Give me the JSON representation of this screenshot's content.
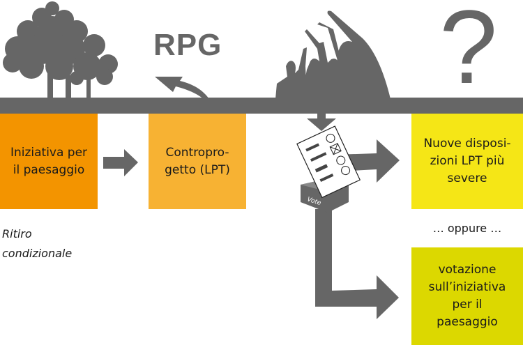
{
  "title_label": "RPG",
  "question_mark": "?",
  "colors": {
    "ground": "#666666",
    "arrow": "#666666",
    "box_initiative": "#f39400",
    "box_counterproject": "#f7b233",
    "box_new_provisions": "#f5e616",
    "box_vote_initiative": "#dcd800",
    "text": "#1a1a1a"
  },
  "boxes": {
    "initiative": "Iniziativa per\nil paesaggio",
    "counterproject": "Contropro-\ngetto (LPT)",
    "new_provisions": "Nuove disposi-\nzioni LPT più\nsevere",
    "vote_initiative": "votazione\nsull’iniziativa\nper il\npaesaggio"
  },
  "note": "Ritiro\ncondizionale",
  "separator": "… oppure …",
  "ballot_box_label": "Vote",
  "icons": [
    "tree-icon",
    "crowd-icon",
    "ballot-box-icon",
    "question-mark-icon",
    "curved-arrow-icon"
  ]
}
